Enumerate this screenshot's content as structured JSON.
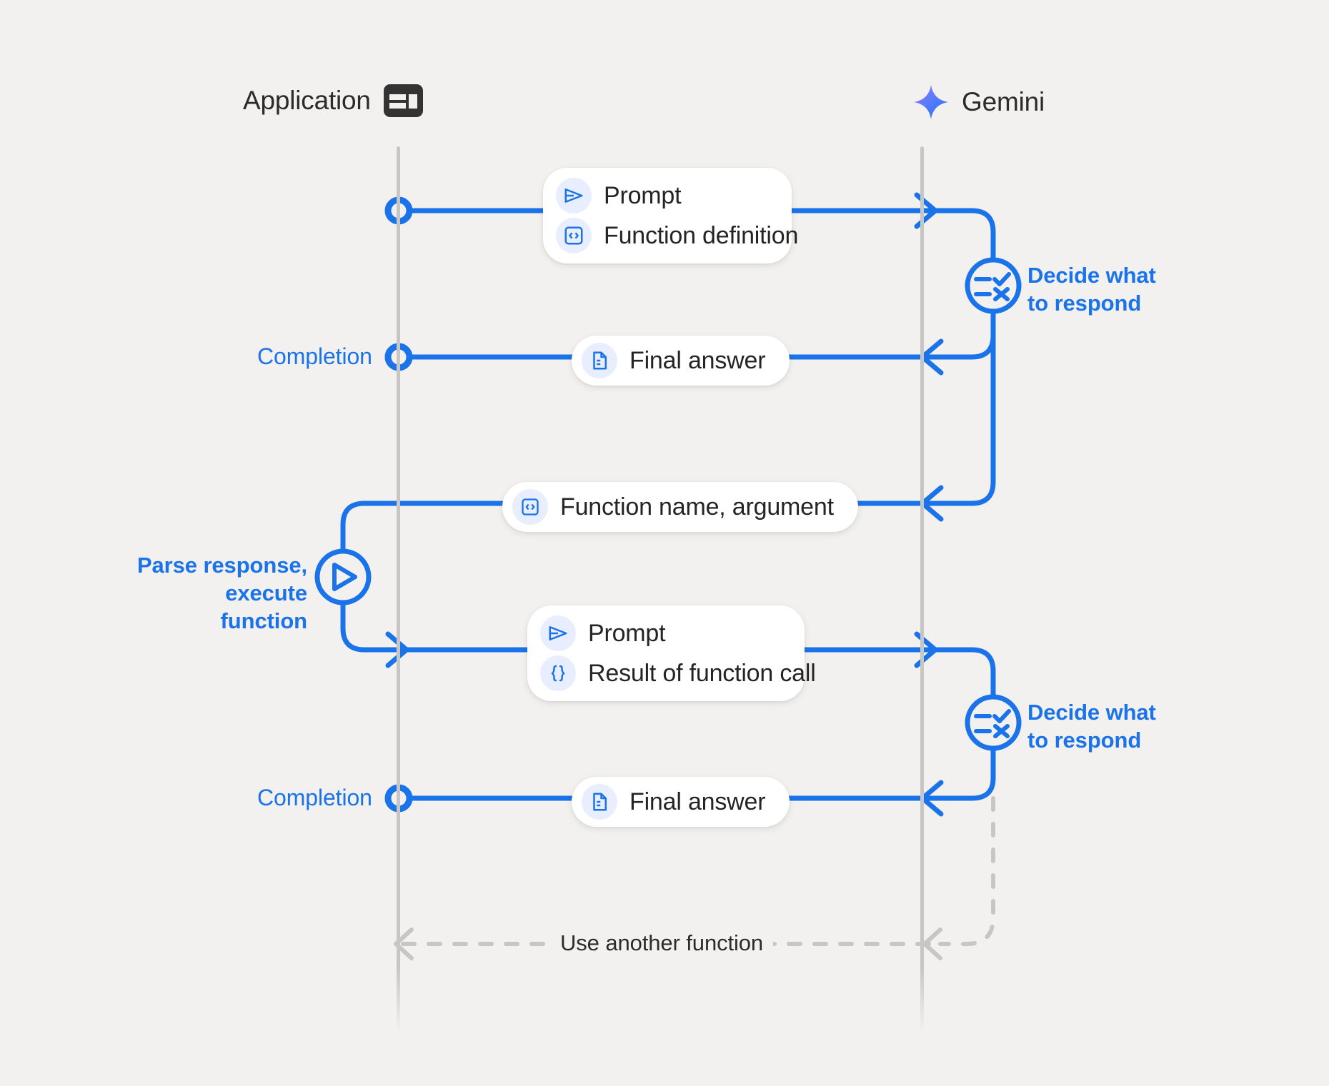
{
  "diagram": {
    "title": "Gemini function calling sequence",
    "background_color": "#f2f1ef",
    "accent_color": "#1a73e8",
    "muted_color": "#c6c6c4"
  },
  "lanes": [
    {
      "id": "application",
      "label": "Application",
      "icon": "app-layout-icon"
    },
    {
      "id": "gemini",
      "label": "Gemini",
      "icon": "gemini-sparkle-icon"
    }
  ],
  "messages": [
    {
      "id": "prompt-function-definition",
      "direction": "app-to-gemini",
      "rows": [
        {
          "icon": "send-icon",
          "label": "Prompt"
        },
        {
          "icon": "code-brackets-icon",
          "label": "Function definition"
        }
      ]
    },
    {
      "id": "final-answer-1",
      "direction": "gemini-to-app",
      "rows": [
        {
          "icon": "document-icon",
          "label": "Final answer"
        }
      ]
    },
    {
      "id": "function-name-argument",
      "direction": "gemini-to-app",
      "rows": [
        {
          "icon": "code-brackets-icon",
          "label": "Function name,  argument"
        }
      ]
    },
    {
      "id": "prompt-result-of-function-call",
      "direction": "app-to-gemini",
      "rows": [
        {
          "icon": "send-icon",
          "label": "Prompt"
        },
        {
          "icon": "curly-braces-icon",
          "label": "Result of function call"
        }
      ]
    },
    {
      "id": "final-answer-2",
      "direction": "gemini-to-app",
      "rows": [
        {
          "icon": "document-icon",
          "label": "Final answer"
        }
      ]
    }
  ],
  "annotations": {
    "decide_1": "Decide what\nto respond",
    "decide_2": "Decide what\nto respond",
    "parse_execute": "Parse response,\nexecute function",
    "completion_1": "Completion",
    "completion_2": "Completion",
    "loop": "Use another function"
  },
  "nodes": [
    {
      "id": "decide-1",
      "icon": "checklist-decision-icon",
      "lane": "gemini"
    },
    {
      "id": "decide-2",
      "icon": "checklist-decision-icon",
      "lane": "gemini"
    },
    {
      "id": "execute",
      "icon": "play-icon",
      "lane": "application"
    }
  ]
}
